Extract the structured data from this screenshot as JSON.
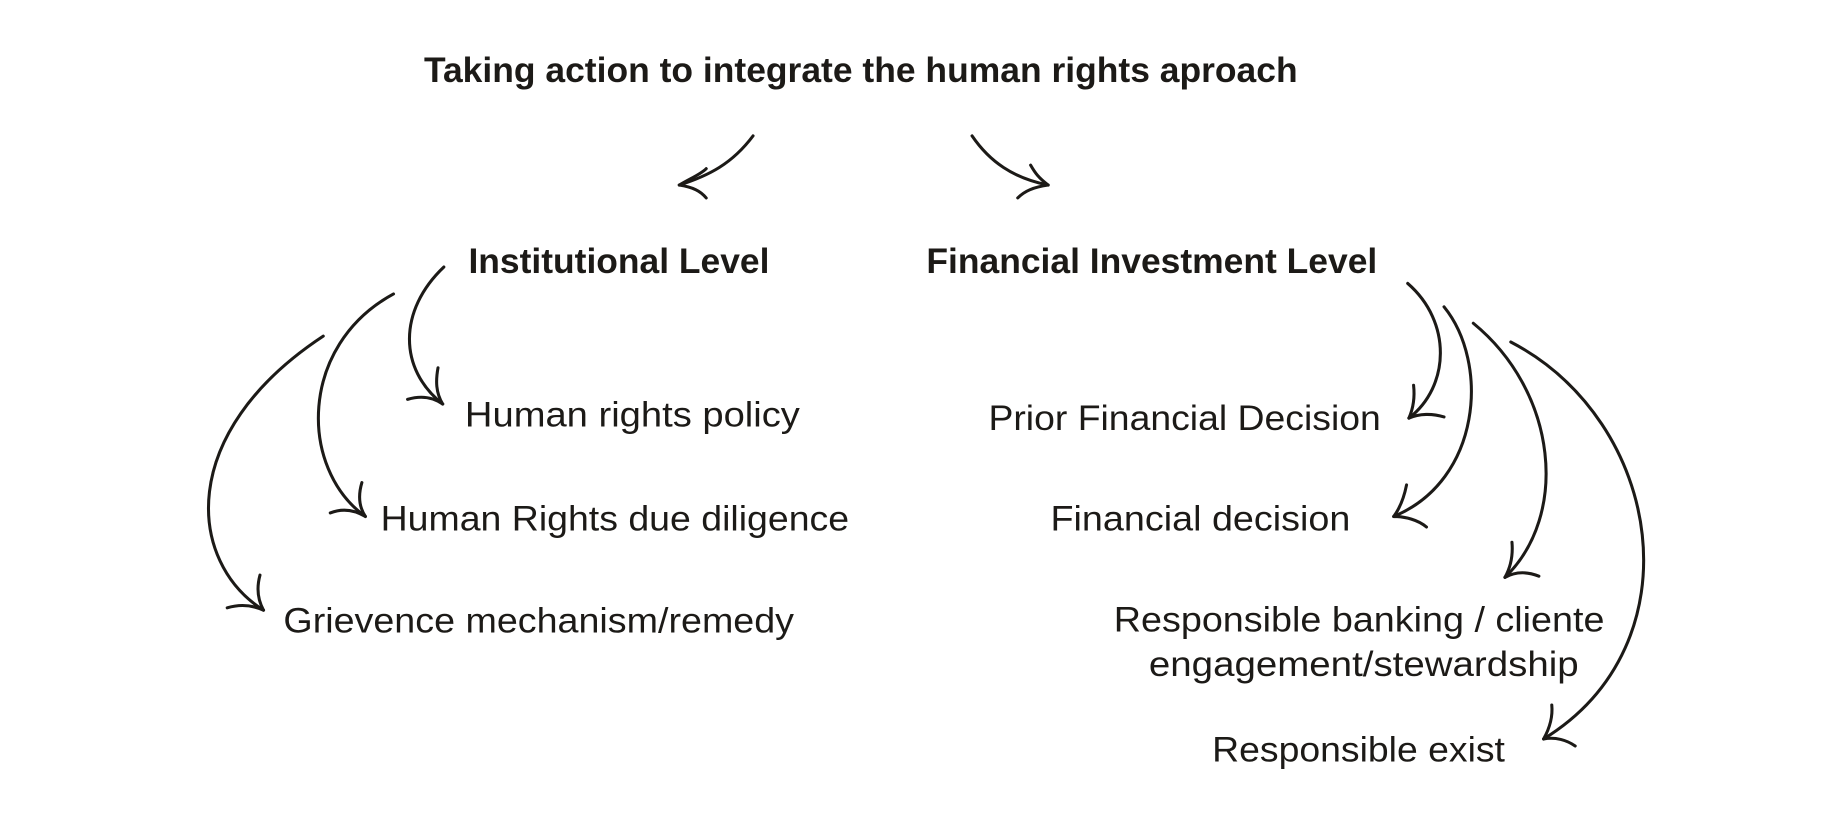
{
  "title": "Taking action to integrate the human rights aproach",
  "institutional": {
    "heading": "Institutional Level",
    "items": [
      "Human rights policy",
      "Human Rights due diligence",
      "Grievence mechanism/remedy"
    ]
  },
  "financial": {
    "heading": "Financial Investment Level",
    "items": [
      "Prior Financial Decision",
      "Financial decision",
      "Responsible banking / cliente",
      "engagement/stewardship",
      "Responsible exist"
    ]
  }
}
